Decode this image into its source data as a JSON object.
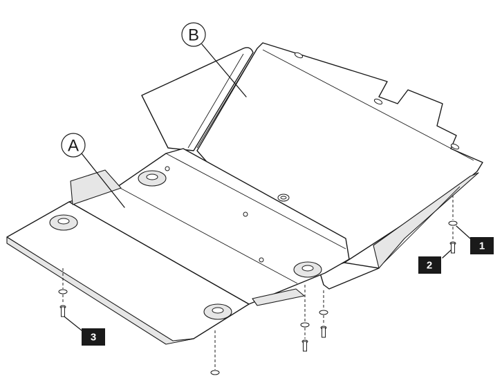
{
  "diagram": {
    "callouts": [
      {
        "id": "A",
        "label": "A"
      },
      {
        "id": "B",
        "label": "B"
      }
    ],
    "step_badges": [
      {
        "id": "1",
        "label": "1"
      },
      {
        "id": "2",
        "label": "2"
      },
      {
        "id": "3",
        "label": "3"
      }
    ],
    "colors": {
      "line": "#1a1a1a",
      "badge": "#1a1a1a",
      "background": "#ffffff",
      "shade": "#e6e6e6"
    }
  }
}
